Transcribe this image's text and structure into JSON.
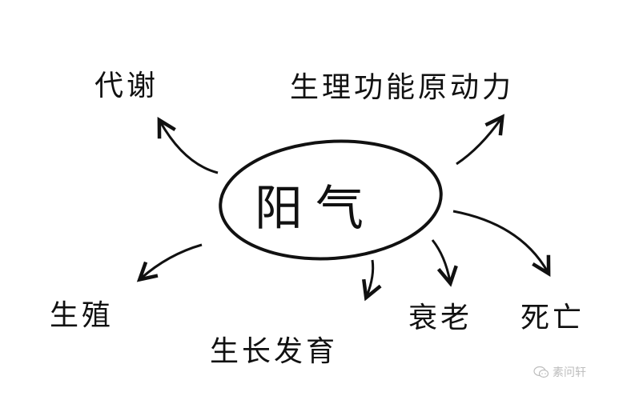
{
  "diagram": {
    "center": {
      "label": "阳气"
    },
    "nodes": [
      {
        "id": "metabolism",
        "label": "代谢"
      },
      {
        "id": "physiological-power",
        "label": "生理功能原动力"
      },
      {
        "id": "reproduction",
        "label": "生殖"
      },
      {
        "id": "growth-development",
        "label": "生长发育"
      },
      {
        "id": "aging",
        "label": "衰老"
      },
      {
        "id": "death",
        "label": "死亡"
      }
    ],
    "edges": [
      {
        "from": "center",
        "to": "metabolism"
      },
      {
        "from": "center",
        "to": "physiological-power"
      },
      {
        "from": "center",
        "to": "reproduction"
      },
      {
        "from": "center",
        "to": "growth-development"
      },
      {
        "from": "center",
        "to": "aging"
      },
      {
        "from": "center",
        "to": "death"
      }
    ]
  },
  "watermark": {
    "icon": "wechat-icon",
    "text": "素问轩"
  },
  "colors": {
    "ink": "#111111",
    "background": "#ffffff",
    "watermark": "#bdbdbd"
  }
}
